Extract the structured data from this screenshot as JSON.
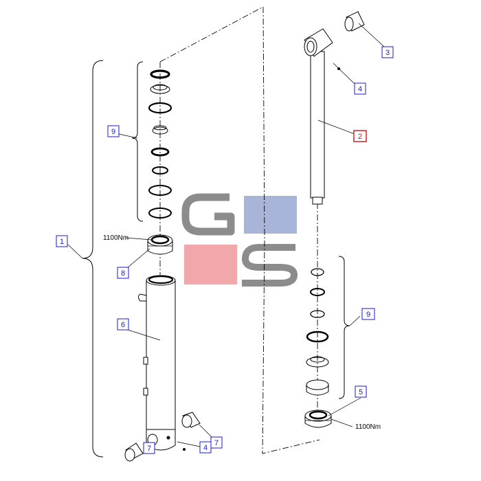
{
  "callouts": {
    "c1": "1",
    "c2": "2",
    "c3": "3",
    "c4_top": "4",
    "c4_bottom": "4",
    "c5": "5",
    "c6": "6",
    "c7_right": "7",
    "c7_left": "7",
    "c8": "8",
    "c9_left": "9",
    "c9_right": "9"
  },
  "torque": {
    "t8": "1100Nm",
    "t5": "1100Nm"
  },
  "watermark": {
    "text": "GS",
    "gray": "#8c8c8c",
    "blue": "#a9b5d8",
    "pink": "#f2a7ab"
  },
  "colors": {
    "callout_border": "#1a1ad0",
    "highlight_border": "#d41010",
    "line": "#000000"
  }
}
